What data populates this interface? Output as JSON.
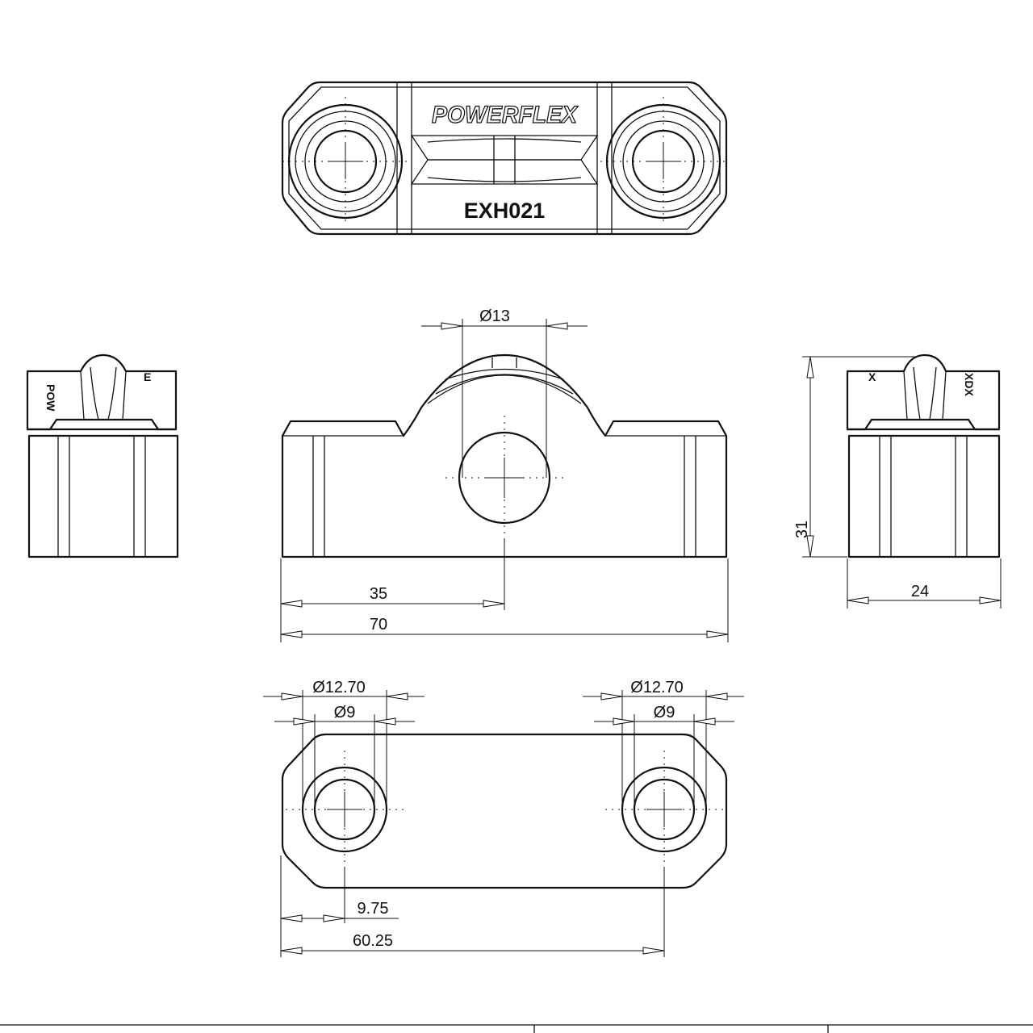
{
  "drawing": {
    "brand": "POWERFLEX",
    "part_number": "EXH021",
    "side_marks": {
      "left_a": "POW",
      "left_b": "E",
      "right_a": "X",
      "right_b": "XDX"
    },
    "front_view": {
      "hole_diameter": "Ø13",
      "center_offset": "35",
      "overall_length": "70"
    },
    "side_view": {
      "height": "31",
      "width": "24"
    },
    "bottom_view": {
      "left_outer_diameter": "Ø12.70",
      "left_inner_diameter": "Ø9",
      "right_outer_diameter": "Ø12.70",
      "right_inner_diameter": "Ø9",
      "edge_offset": "9.75",
      "hole_spacing": "60.25"
    }
  }
}
